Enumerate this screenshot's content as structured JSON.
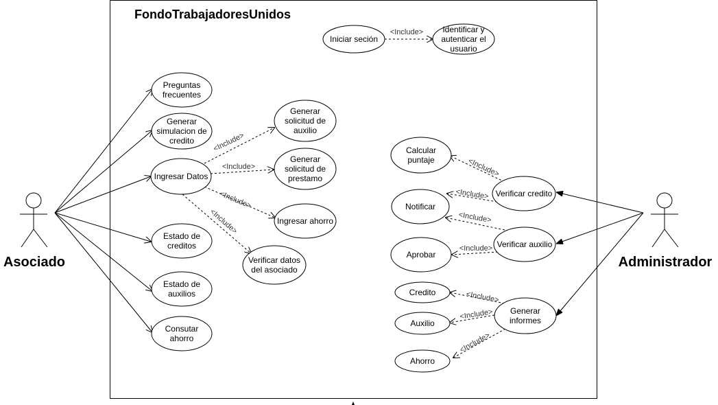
{
  "system": {
    "title": "FondoTrabajadoresUnidos"
  },
  "actors": {
    "asociado": "Asociado",
    "administrador": "Administrador"
  },
  "use_cases": {
    "iniciar_sesion": [
      "Iniciar seción"
    ],
    "identificar": [
      "Identificar y",
      "autenticar el",
      "usuario"
    ],
    "preguntas": [
      "Preguntas",
      "frecuentes"
    ],
    "simulacion": [
      "Generar",
      "simulacion de",
      "credito"
    ],
    "ingresar_datos": [
      "Ingresar Datos"
    ],
    "estado_creditos": [
      "Estado de",
      "creditos"
    ],
    "estado_auxilios": [
      "Estado de",
      "auxilios"
    ],
    "consultar_ahorro": [
      "Consutar",
      "ahorro"
    ],
    "sol_auxilio": [
      "Generar",
      "solicitud de",
      "auxilio"
    ],
    "sol_prestamo": [
      "Generar",
      "solicitud de",
      "prestamo"
    ],
    "ingresar_ahorro": [
      "Ingresar ahorro"
    ],
    "verificar_datos": [
      "Verificar datos",
      "del asociado"
    ],
    "calcular_puntaje": [
      "Calcular",
      "puntaje"
    ],
    "notificar": [
      "Notificar"
    ],
    "aprobar": [
      "Aprobar"
    ],
    "verificar_credito": [
      "Verificar credito"
    ],
    "verificar_auxilio": [
      "Verificar auxilio"
    ],
    "credito": [
      "Credito"
    ],
    "auxilio": [
      "Auxilio"
    ],
    "ahorro": [
      "Ahorro"
    ],
    "generar_informes": [
      "Generar",
      "informes"
    ]
  },
  "include_label": "<Include>"
}
